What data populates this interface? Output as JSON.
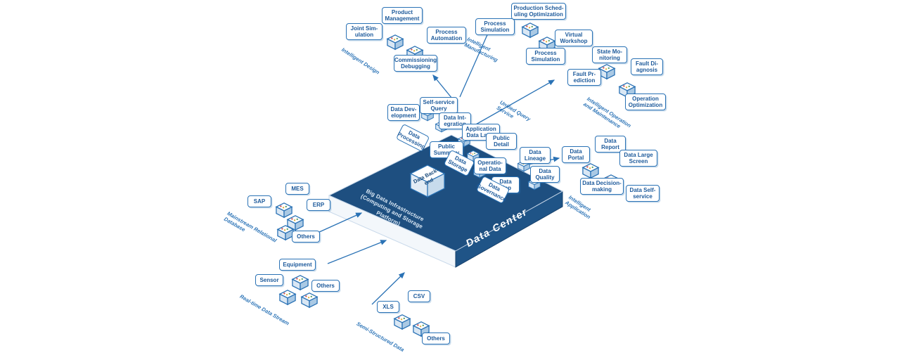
{
  "colors": {
    "primary": "#2a72b5",
    "node_text": "#1d5a9b",
    "platform_top": "#1e4f80",
    "platform_right_wall": "#1f5487",
    "platform_left_wall": "#f3f7fb"
  },
  "platform": {
    "surface_label": "Big Data Infrastructure (Computing and Storage Platform)",
    "edge_label": "Data Center",
    "backend_label": "Data Back-end"
  },
  "nodes": {
    "joint_simulation": "Joint Sim-ulation",
    "product_management": "Product Management",
    "process_automation": "Process Automation",
    "commissioning_debugging": "Commissioning Debugging",
    "process_simulation_a": "Process Simulation",
    "production_scheduling_optimization": "Production Sched-uling Optimization",
    "virtual_workshop": "Virtual Workshop",
    "process_simulation_b": "Process Simulation",
    "state_monitoring": "State Mo-nitoring",
    "fault_diagnosis": "Fault Di-agnosis",
    "fault_prediction": "Fault Pr-ediction",
    "operation_optimization": "Operation Optimization",
    "data_report": "Data Report",
    "data_large_screen": "Data Large Screen",
    "data_portal": "Data Portal",
    "data_decision_making": "Data Decision-making",
    "data_self_service": "Data Self-service",
    "mes": "MES",
    "sap": "SAP",
    "erp": "ERP",
    "others_db": "Others",
    "equipment": "Equipment",
    "sensor": "Sensor",
    "others_rt": "Others",
    "xls": "XLS",
    "csv": "CSV",
    "others_semi": "Others",
    "data_development": "Data Dev-elopment",
    "self_service_query": "Self-service Query",
    "data_integration": "Data Int-egration",
    "application_data_layer": "Application Data Layer",
    "public_summary": "Public Summary",
    "public_detail": "Public Detail",
    "operational_data": "Operatio-nal Data",
    "data_lineage": "Data Lineage",
    "data_quality": "Data Quality",
    "data_map": "Data Map",
    "data_processing": "Data Processing",
    "data_storage": "Data Storage",
    "data_governance": "Data Governance"
  },
  "categories": {
    "intelligent_design": "Intelligent Design",
    "intelligent_manufacturing": "Intelligent Manufacturing",
    "intelligent_om": "Intelligent Operation and Maintenance",
    "intelligent_application": "Intelligent Application",
    "unified_query_service": "Unified Query Service",
    "mainstream_db": "Mainstream Relational Database",
    "realtime_stream": "Real-time Data Stream",
    "semi_structured": "Semi-Structured Data"
  }
}
